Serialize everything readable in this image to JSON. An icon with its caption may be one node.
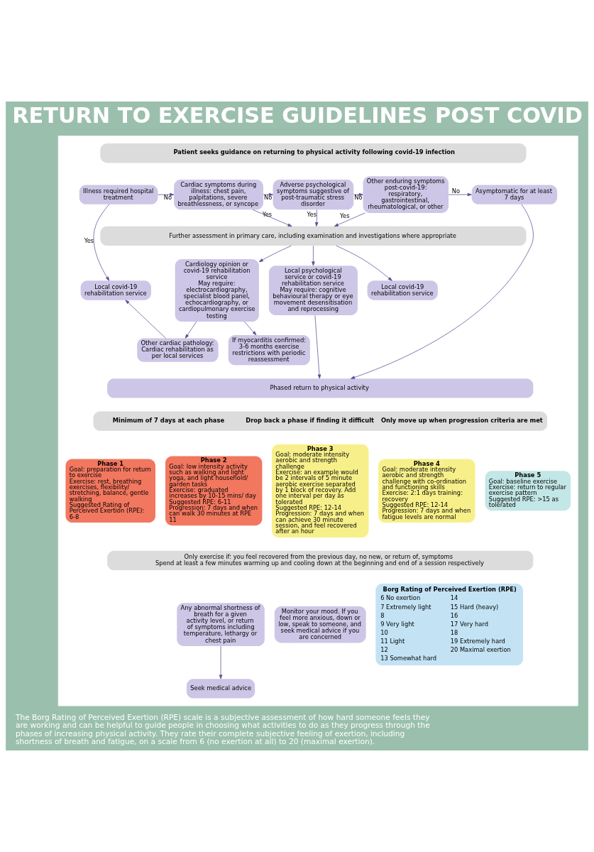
{
  "diagram": {
    "title": "RETURN TO EXERCISE GUIDELINES POST COVID",
    "caption": "The Borg Rating of Perceived Exertion (RPE) scale is a subjective assessment of how hard someone feels they are working and can be helpful to guide people in choosing what activities to do as they progress through the phases of increasing physical activity. They rate their complete subjective feeling of exertion, including shortness of breath and fatigue, on a scale from 6 (no exertion at all) to 20 (maximal exertion).",
    "nodes": [
      {
        "text": [],
        "shape": "box"
      },
      {
        "text": [
          "Patient seeks guidance on returning to physical activity following covid-19 infection"
        ],
        "in": 0
      },
      {
        "text": [
          "Illness required hospital treatment"
        ],
        "in": 0
      },
      {
        "text": [
          "Cardiac symptoms during illness: chest pain, palpitations, severe breathlessness, or syncope"
        ],
        "in": 0
      },
      {
        "text": [
          "Adverse psychological symptoms suggestive of post-traumatic stress disorder"
        ],
        "in": 0
      },
      {
        "text": [
          "Other enduring symptoms post-covid-19: respiratory, gastrointestinal, rheumatological, or other"
        ],
        "in": 0
      },
      {
        "text": [
          "Asymptomatic for at least 7 days"
        ],
        "in": 0
      },
      {
        "text": [
          "Further assessment in primary care, including examination and investigations where appropriate"
        ],
        "in": 0
      },
      {
        "text": [
          "Local covid-19 rehabilitation service"
        ],
        "in": 0
      },
      {
        "text": [
          "Cardiology opinion or covid-19 rehabilitation service",
          "May require: electrocardiography, specialist blood panel, echocardiography, or cardiopulmonary exercise testing"
        ],
        "in": 0
      },
      {
        "text": [
          "Local psychological service or covid-19 rehabilitation service",
          "May require: cognitive behavioural therapy or eye movement desensitisation and reprocessing"
        ],
        "in": 0
      },
      {
        "text": [
          "Local covid-19 rehabilitation service"
        ],
        "in": 0
      },
      {
        "text": [
          "Other cardiac pathology: Cardiac rehabilitation as per local services"
        ],
        "in": 0
      },
      {
        "text": [
          "If myocarditis confirmed: 3-6 months exercise restrictions with periodic reassessment"
        ],
        "in": 0
      },
      {
        "text": [
          "Phased return to physical activity"
        ],
        "in": 0
      },
      {
        "text": [
          "Minimum of 7 days at each phase",
          "Drop back a phase if finding it difficult",
          "Only move up when progression criteria are met"
        ],
        "in": 0
      },
      {
        "text": [
          "Phase 1",
          "Goal: preparation for return to exercise",
          "Exercise: rest, breathing exercises, flexibility/ stretching, balance, gentle walking",
          "Suggested Rating of Perceived Exertion (RPE): 6-8"
        ],
        "in": 0
      },
      {
        "text": [
          "Phase 2",
          "Goal: low intensity activity such as walking and light yoga, and light household/ garden tasks",
          "Exercise: graduated increases by 10-15 mins/ day",
          "Suggested RPE: 6-11",
          "Progression: 7 days and when can walk 30 minutes at RPE 11"
        ],
        "in": 0
      },
      {
        "text": [
          "Phase 3",
          "Goal: moderate intensity aerobic and strength challenge",
          "Exercise: an example would be 2 intervals of 5 minute aerobic exercise separated by 1 block of recovery. Add one interval per day as tolerated",
          "Suggested RPE: 12-14",
          "Progression: 7 days and when can achieve 30 minute session, and feel recovered after an hour"
        ],
        "in": 0
      },
      {
        "text": [
          "Phase 4",
          "Goal: moderate intensity aerobic and strength challenge with co-ordination and functioning skills",
          "Exercise: 2:1 days training: recovery",
          "Suggested RPE: 12-14",
          "Progression: 7 days and when fatigue levels are normal"
        ],
        "in": 0
      },
      {
        "text": [
          "Phase 5",
          "Goal: baseline exercise",
          "Exercise: return to regular exercise pattern",
          "Suggested RPE: >15 as tolerated"
        ],
        "in": 0
      },
      {
        "text": [
          "Only exercise if: you feel recovered from the previous day, no new, or return of, symptoms",
          "Spend at least a few minutes warming up and cooling down at the beginning and end of a session respectively"
        ],
        "in": 0
      },
      {
        "text": [
          "Any abnormal shortness of breath for a given activity level, or return of symptoms including temperature, lethargy or chest pain"
        ],
        "in": 0
      },
      {
        "text": [
          "Monitor your mood. If you feel more anxious, down or low, speak to someone, and seek medical advice if you are concerned"
        ],
        "in": 0
      },
      {
        "text": [
          "Seek medical advice"
        ],
        "in": 0
      },
      {
        "text": [
          "Borg Rating of Perceived Exertion (RPE)",
          "6 No exertion",
          "7 Extremely light",
          "8",
          "9 Very light",
          "10",
          "11 Light",
          "12",
          "13 Somewhat hard",
          "14",
          "15 Hard (heavy)",
          "16",
          "17 Very hard",
          "18",
          "19 Extremely hard",
          "20 Maximal exertion"
        ],
        "in": 0
      }
    ],
    "edges": [
      {
        "from": 2,
        "to": 3,
        "arrow": "to",
        "label": "No"
      },
      {
        "from": 3,
        "to": 4,
        "arrow": "to",
        "label": "No"
      },
      {
        "from": 4,
        "to": 5,
        "arrow": "to",
        "label": "No"
      },
      {
        "from": 5,
        "to": 6,
        "arrow": "to",
        "label": "No"
      },
      {
        "from": 2,
        "to": 8,
        "arrow": "to",
        "label": "Yes"
      },
      {
        "from": 3,
        "to": 7,
        "arrow": "to",
        "label": "Yes"
      },
      {
        "from": 4,
        "to": 7,
        "arrow": "to",
        "label": "Yes"
      },
      {
        "from": 5,
        "to": 7,
        "arrow": "to",
        "label": "Yes"
      },
      {
        "from": 7,
        "to": 9,
        "arrow": "to"
      },
      {
        "from": 7,
        "to": 10,
        "arrow": "to"
      },
      {
        "from": 7,
        "to": 11,
        "arrow": "to"
      },
      {
        "from": 9,
        "to": 12,
        "arrow": "to"
      },
      {
        "from": 9,
        "to": 13,
        "arrow": "to"
      },
      {
        "from": 12,
        "to": 8,
        "arrow": "to"
      },
      {
        "from": 10,
        "to": 14,
        "arrow": "to"
      },
      {
        "from": 6,
        "to": 14,
        "arrow": "to"
      },
      {
        "from": 22,
        "to": 24,
        "arrow": "to"
      }
    ]
  }
}
